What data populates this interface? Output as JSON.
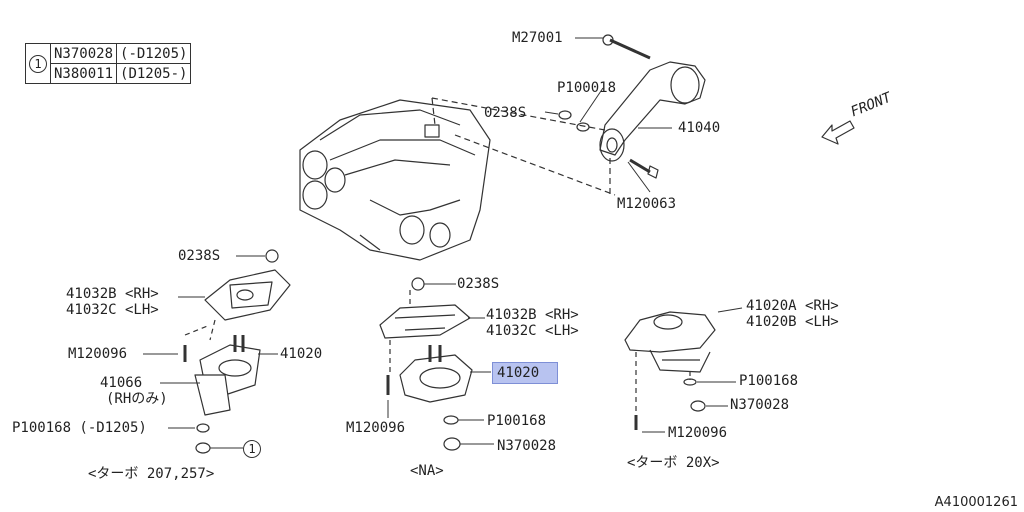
{
  "legend": {
    "marker": "1",
    "rows": [
      {
        "part": "N370028",
        "range": "(-D1205)"
      },
      {
        "part": "N380011",
        "range": "(D1205-)"
      }
    ]
  },
  "front_label": "FRONT",
  "reference_code": "A410001261",
  "labels": {
    "m27001": "M27001",
    "p100018": "P100018",
    "s0238_top": "0238S",
    "p41040": "41040",
    "m120063": "M120063",
    "s0238_left": "0238S",
    "p41032_left_rh": "41032B <RH>",
    "p41032_left_lh": "41032C <LH>",
    "m120096_left": "M120096",
    "p41020_left": "41020",
    "p41066": "41066",
    "p41066_note": "(RHのみ)",
    "p100168_left": "P100168 (-D1205)",
    "circle_ref": "1",
    "caption_left": "<ターボ 207,257>",
    "s0238_center": "0238S",
    "p41032_center_rh": "41032B <RH>",
    "p41032_center_lh": "41032C <LH>",
    "p41020_center": "41020",
    "m120096_center": "M120096",
    "p100168_center": "P100168",
    "n370028_center": "N370028",
    "caption_center": "<NA>",
    "p41020_right_rh": "41020A <RH>",
    "p41020_right_lh": "41020B <LH>",
    "p100168_right": "P100168",
    "n370028_right": "N370028",
    "m120096_right": "M120096",
    "caption_right": "<ターボ 20X>"
  }
}
